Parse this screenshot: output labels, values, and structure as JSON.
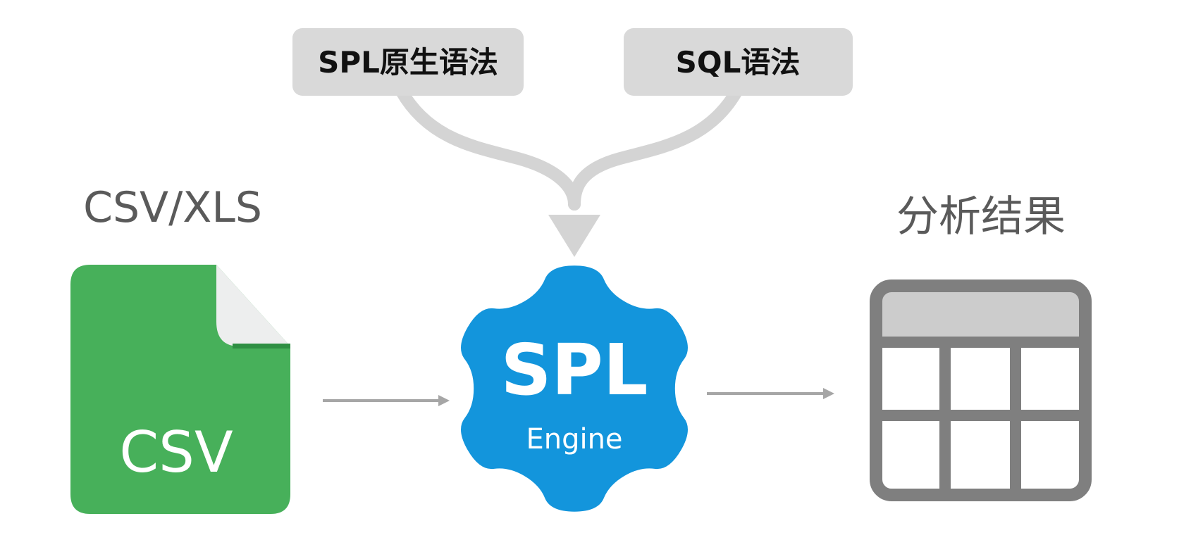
{
  "inputs": {
    "spl_syntax_label": "SPL原生语法",
    "sql_syntax_label": "SQL语法"
  },
  "source": {
    "label": "CSV/XLS",
    "file_icon_text": "CSV"
  },
  "engine": {
    "title": "SPL",
    "subtitle": "Engine"
  },
  "output": {
    "label": "分析结果"
  },
  "colors": {
    "pill_bg": "#d9d9d9",
    "connector": "#d4d4d4",
    "file_green": "#47b05a",
    "file_fold": "#edeeee",
    "engine_blue": "#1395dc",
    "arrow": "#a6a6a6",
    "table_stroke": "#7f7f7f",
    "table_header": "#cccccc"
  },
  "icons": {
    "source": "csv-file-icon",
    "engine": "gear-icon",
    "output": "table-icon"
  }
}
